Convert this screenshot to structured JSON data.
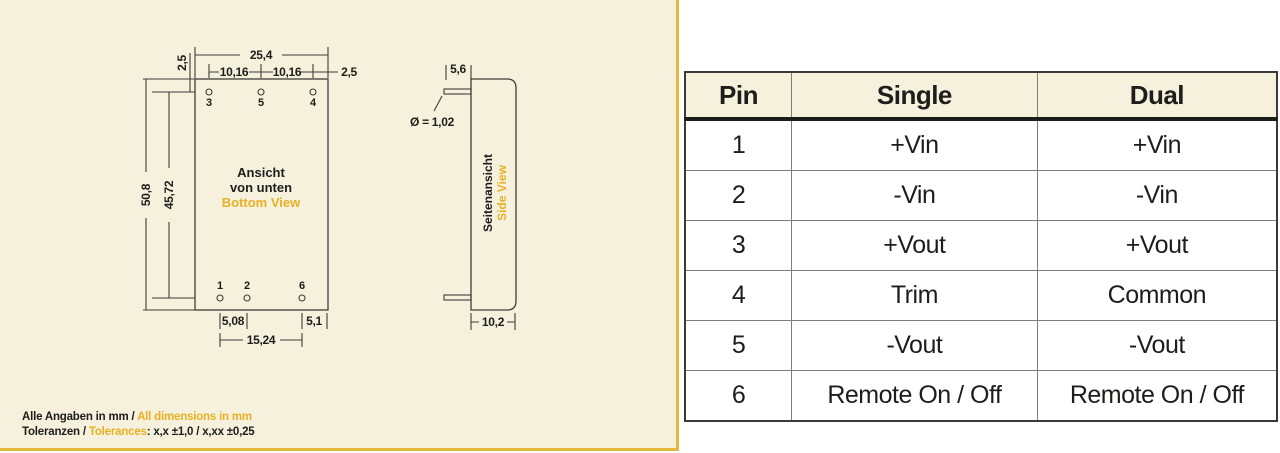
{
  "colors": {
    "accent_yellow": "#e8b023",
    "panel_cream": "#f5f1dc",
    "line_dark": "#3d3d3b"
  },
  "drawing": {
    "bottom_view": {
      "title_de_line1": "Ansicht",
      "title_de_line2": "von unten",
      "title_en": "Bottom View",
      "pins_top": [
        "3",
        "5",
        "4"
      ],
      "pins_bottom": [
        "1",
        "2",
        "6"
      ],
      "dims": {
        "width_total": "25,4",
        "pitch_top_left": "10,16",
        "pitch_top_right": "10,16",
        "margin_right": "2,5",
        "margin_top": "2,5",
        "height_total": "50,8",
        "pin_row_span": "45,72",
        "pitch_bottom": "5,08",
        "margin_bottom_right": "5,1",
        "span_bottom": "15,24"
      }
    },
    "side_view": {
      "title_de": "Seitenansicht",
      "title_en": "Side View",
      "dims": {
        "pin_length": "5,6",
        "pin_diameter": "Ø = 1,02",
        "depth": "10,2"
      }
    },
    "notes": {
      "line1_black": "Alle Angaben in mm / ",
      "line1_yellow": "All dimensions in mm",
      "line2_black1": "Toleranzen / ",
      "line2_yellow": "Tolerances",
      "line2_black2": ": x,x ±1,0 / x,xx ±0,25"
    }
  },
  "pin_table": {
    "headers": [
      "Pin",
      "Single",
      "Dual"
    ],
    "rows": [
      [
        "1",
        "+Vin",
        "+Vin"
      ],
      [
        "2",
        "-Vin",
        "-Vin"
      ],
      [
        "3",
        "+Vout",
        "+Vout"
      ],
      [
        "4",
        "Trim",
        "Common"
      ],
      [
        "5",
        "-Vout",
        "-Vout"
      ],
      [
        "6",
        "Remote On / Off",
        "Remote On / Off"
      ]
    ]
  }
}
